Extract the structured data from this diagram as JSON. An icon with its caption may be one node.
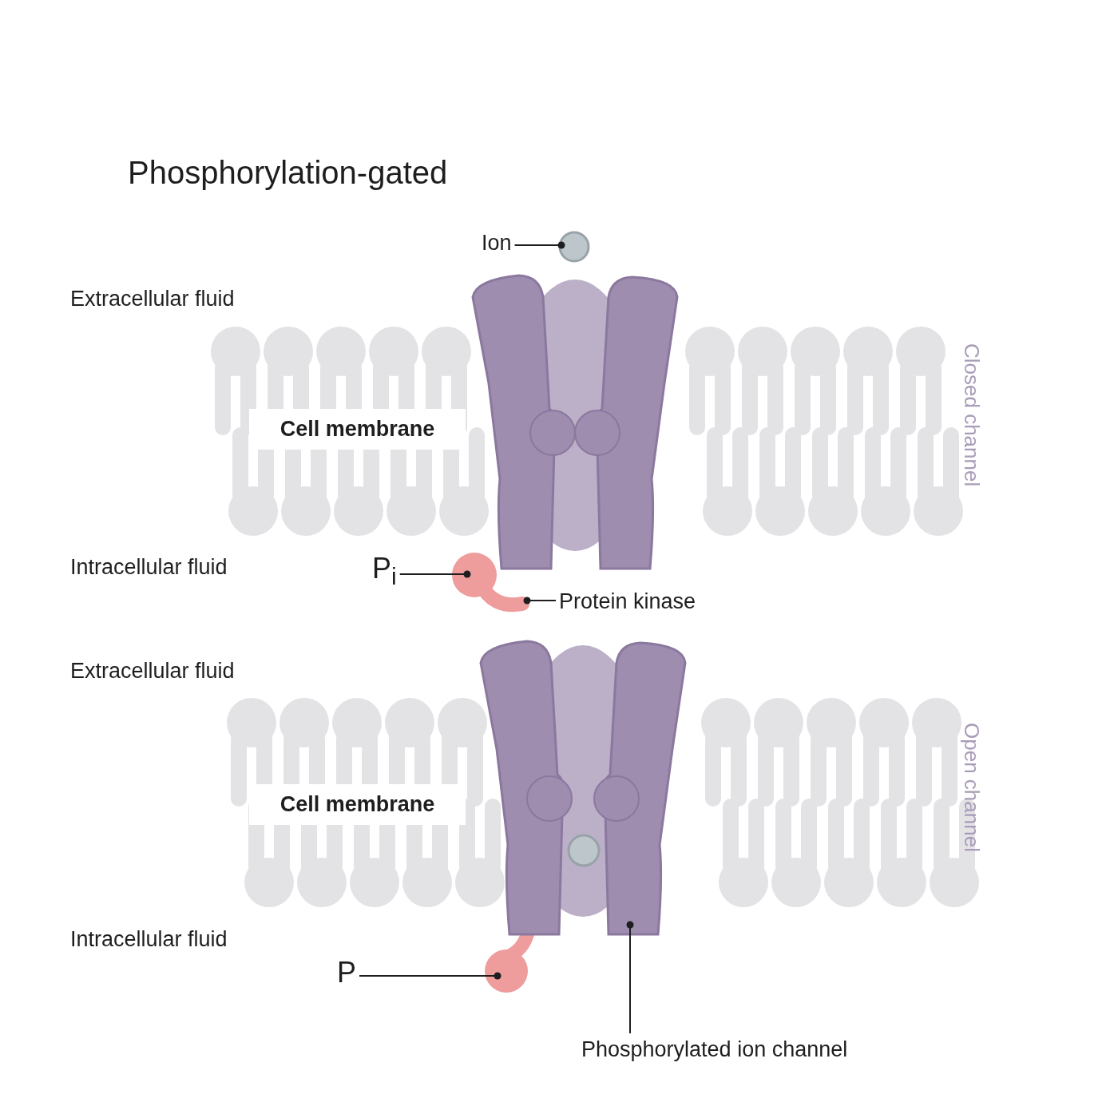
{
  "diagram": {
    "title": "Phosphorylation-gated",
    "nodes": [
      {
        "text": [
          "Ion"
        ]
      },
      {
        "text": [],
        "shape": "circle"
      },
      {
        "text": [
          "P$_{i}$"
        ]
      },
      {
        "text": [],
        "shape": "circle"
      },
      {
        "text": [
          "Protein kinase"
        ]
      },
      {
        "text": [
          "P"
        ]
      },
      {
        "text": [],
        "shape": "circle"
      },
      {
        "text": [
          "Phosphorylated ion channel"
        ]
      },
      {
        "text": [],
        "shape": "picture"
      }
    ],
    "edges": [
      {
        "from": 0,
        "to": 1,
        "arrow": "other"
      },
      {
        "from": 2,
        "to": 3,
        "arrow": "other"
      },
      {
        "from": 4,
        "to": 3,
        "arrow": "other"
      },
      {
        "from": 5,
        "to": 6,
        "arrow": "other"
      },
      {
        "from": 7,
        "to": 8,
        "arrow": "other"
      }
    ],
    "labels": [
      "Extracellular fluid",
      "Cell membrane",
      "Intracellular fluid",
      "Closed channel",
      "Extracellular fluid",
      "Cell membrane",
      "Intracellular fluid",
      "Open channel"
    ]
  }
}
